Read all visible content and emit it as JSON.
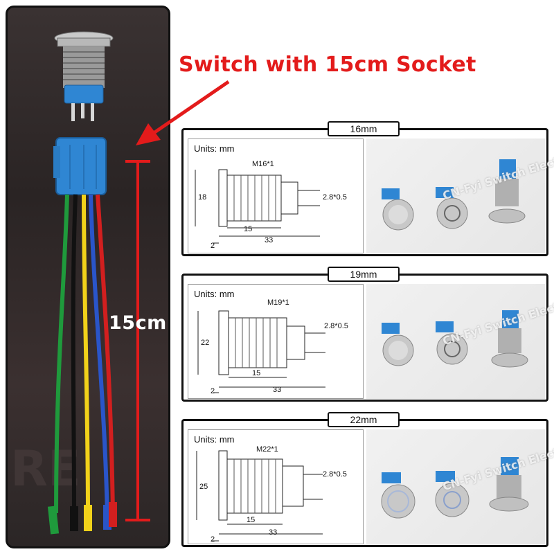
{
  "title": "Switch with 15cm Socket",
  "cable_length_label": "15cm",
  "specs": [
    {
      "size": "16mm",
      "units": "Units: mm",
      "thread": "M16*1",
      "diameter": "18",
      "terminal": "2.8*0.5",
      "thread_length": "15",
      "total_length": "33",
      "flange": "2",
      "watermark": "CN-Fyi Switch Electrical Store"
    },
    {
      "size": "19mm",
      "units": "Units: mm",
      "thread": "M19*1",
      "diameter": "22",
      "terminal": "2.8*0.5",
      "thread_length": "15",
      "total_length": "33",
      "flange": "2",
      "watermark": "CN-Fyi Switch Electrical Store"
    },
    {
      "size": "22mm",
      "units": "Units: mm",
      "thread": "M22*1",
      "diameter": "25",
      "terminal": "2.8*0.5",
      "thread_length": "15",
      "total_length": "33",
      "flange": "2",
      "watermark": "CN-Fyi Switch Electrical Store"
    }
  ],
  "colors": {
    "accent": "#e31b1b",
    "socket_blue": "#2f86d3",
    "wire_green": "#1f9a3c",
    "wire_black": "#111111",
    "wire_yellow": "#f2d21a",
    "wire_blue": "#2a55c9",
    "wire_red": "#d21f1f"
  }
}
